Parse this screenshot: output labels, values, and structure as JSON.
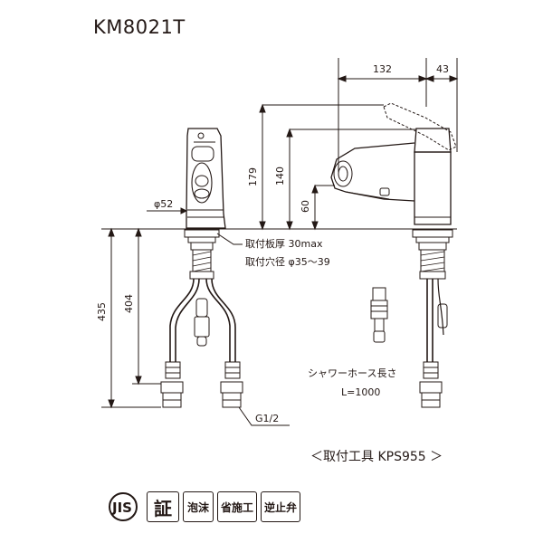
{
  "title": "KM8021T",
  "dimensions": {
    "d132": "132",
    "d43": "43",
    "d179": "179",
    "d140": "140",
    "d60": "60",
    "d435": "435",
    "d404": "404",
    "phi52": "φ52"
  },
  "notes": {
    "plate_thickness": "取付板厚 30max",
    "hole_diameter": "取付穴径 φ35～39",
    "hose_length_label": "シャワーホース長さ",
    "hose_length_value": "L=1000",
    "thread": "G1/2",
    "mounting_tool": "＜取付工具 KPS955 ＞"
  },
  "badges": [
    "JIS",
    "証",
    "泡沫",
    "省施工",
    "逆止弁"
  ]
}
